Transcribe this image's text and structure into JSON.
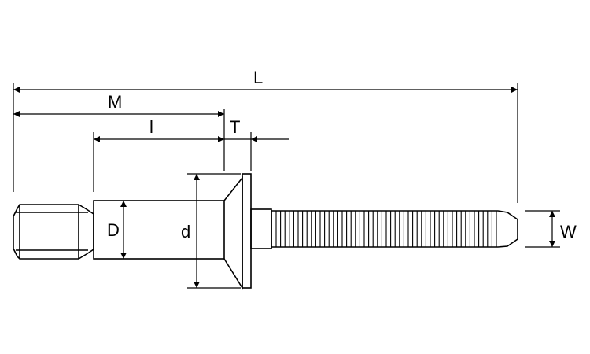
{
  "labels": {
    "L": "L",
    "M": "M",
    "l": "l",
    "T": "T",
    "D": "D",
    "d": "d",
    "W": "W"
  },
  "colors": {
    "line": "#000000",
    "background": "#ffffff"
  }
}
